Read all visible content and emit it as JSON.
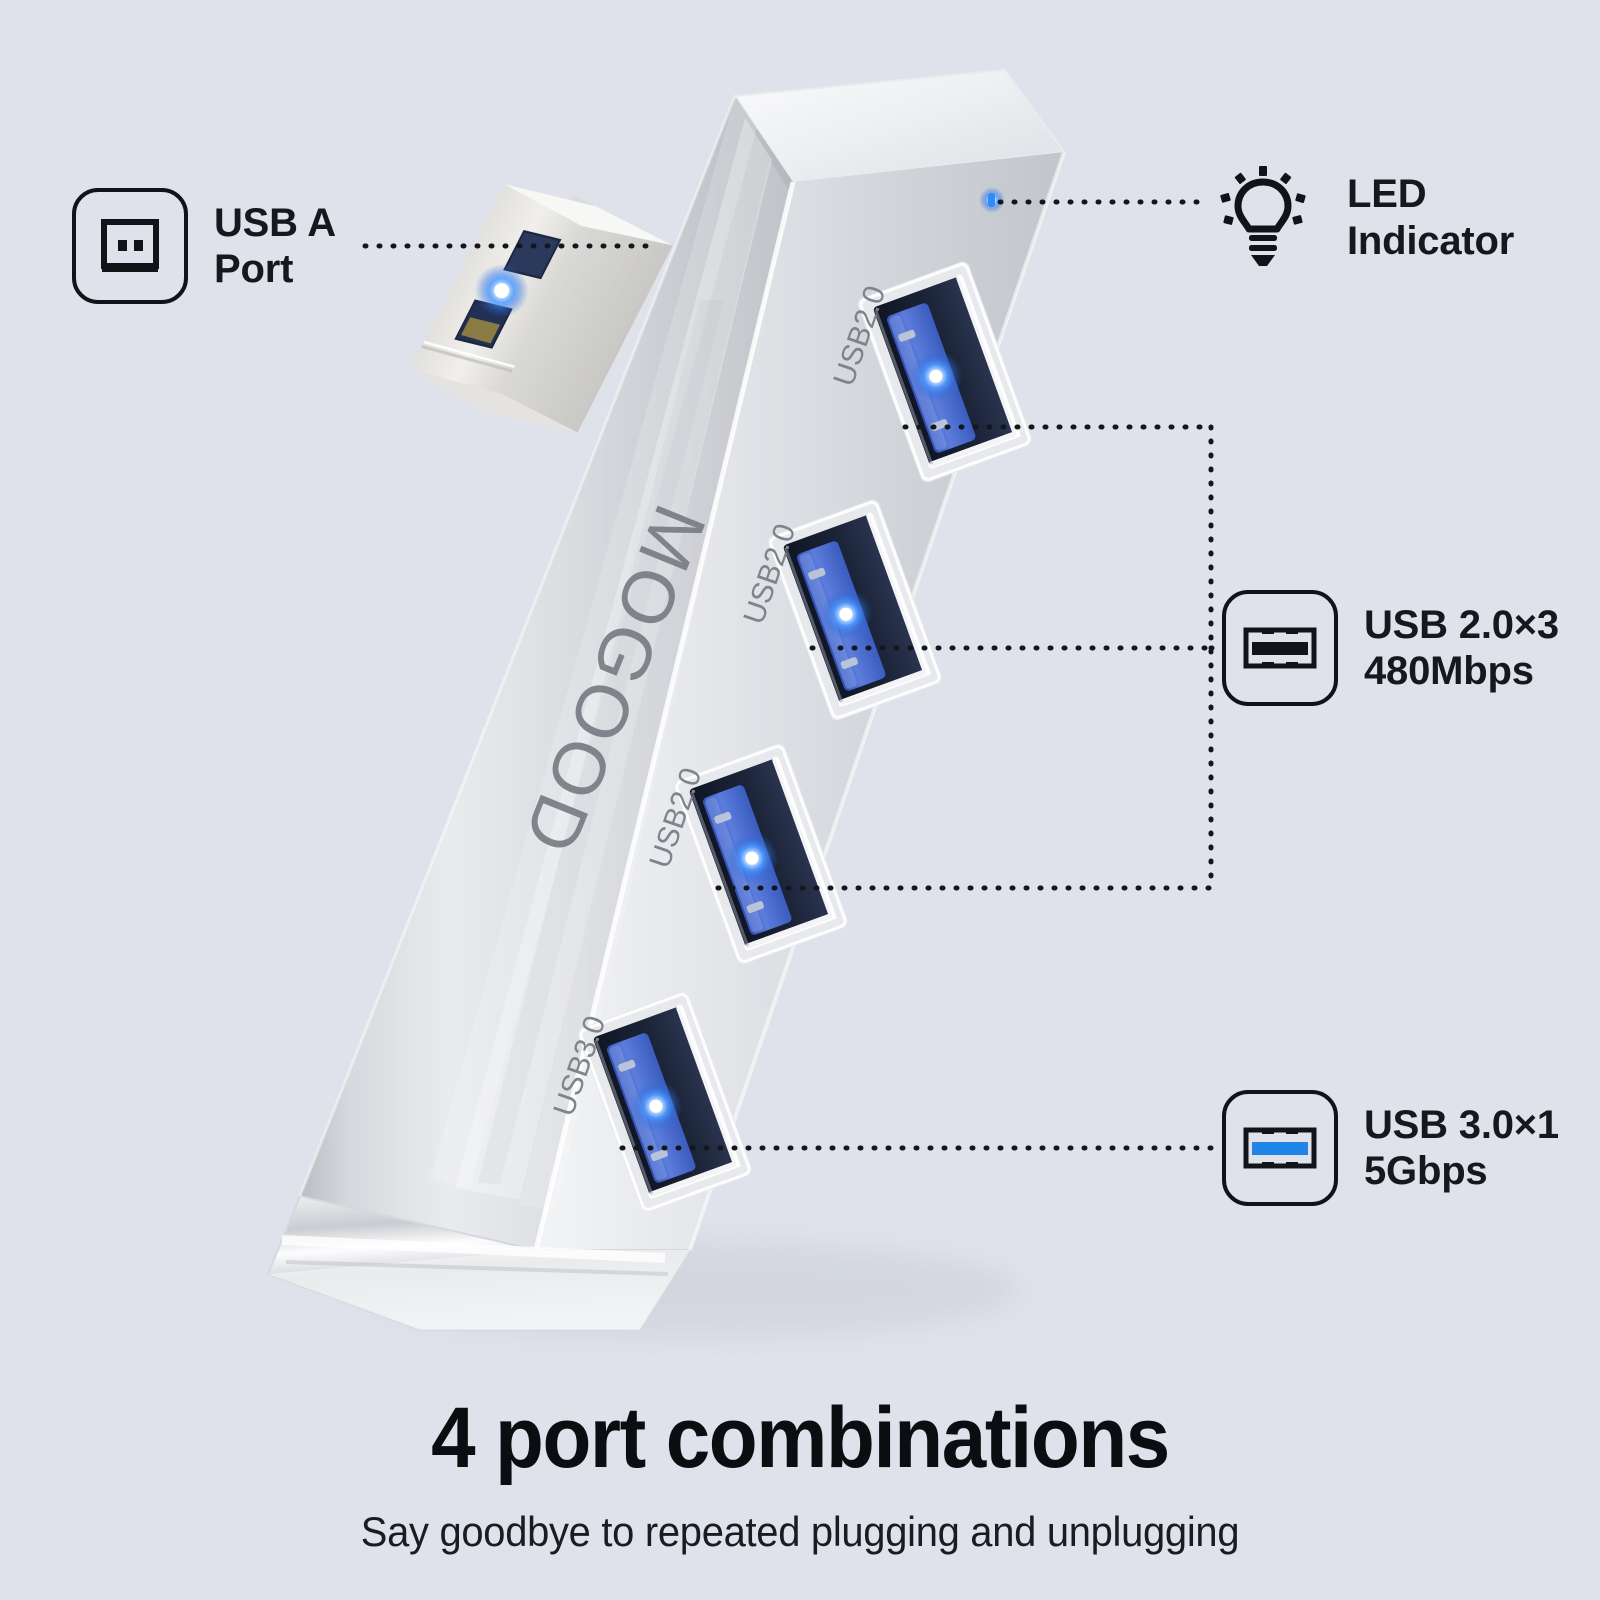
{
  "background_color": "#dfe2ea",
  "product": {
    "brand_text": "MOGOOD",
    "body_color": "#cfd2d6",
    "port_accent_color": "#3f63c8",
    "led_color": "#2f7ff5",
    "port_labels": [
      "USB2.0",
      "USB2.0",
      "USB2.0",
      "USB3.0"
    ]
  },
  "callouts": [
    {
      "id": "usb-a-port",
      "icon": "usb-a-plug-icon",
      "label": "USB A\nPort"
    },
    {
      "id": "led-indicator",
      "icon": "lightbulb-icon",
      "label": "LED Indicator"
    },
    {
      "id": "usb-2-ports",
      "icon": "usb-2-port-icon",
      "label": "USB 2.0×3\n480Mbps"
    },
    {
      "id": "usb-3-port",
      "icon": "usb-3-port-icon",
      "label": "USB 3.0×1\n5Gbps"
    }
  ],
  "footer": {
    "headline": "4 port combinations",
    "subline": "Say goodbye to repeated plugging and unplugging"
  }
}
